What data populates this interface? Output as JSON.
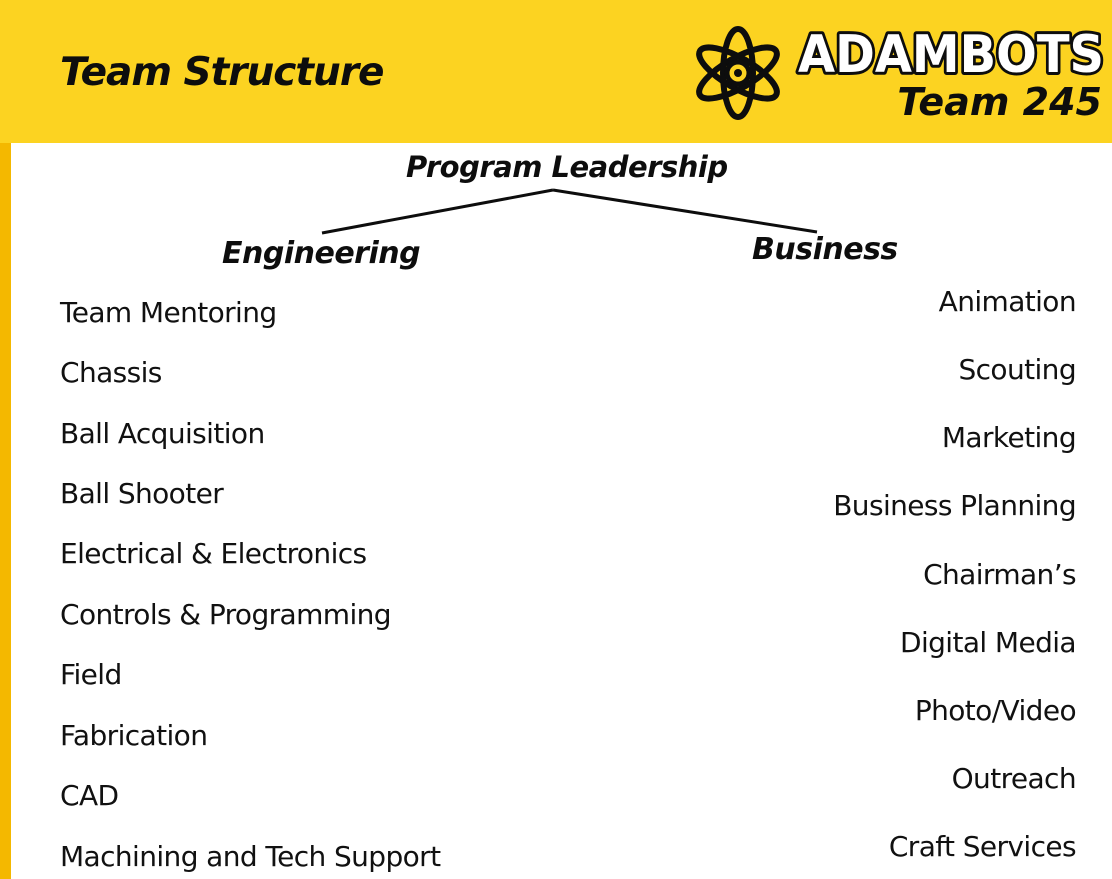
{
  "slide": {
    "title": "Team Structure",
    "colors": {
      "header_bg": "#fcd321",
      "left_bar": "#f4b800",
      "text": "#0d0d0d"
    }
  },
  "logo": {
    "name": "ADAMBOTS",
    "team": "Team 245",
    "icon": "atom-icon"
  },
  "hierarchy": {
    "root": "Program Leadership",
    "branches": [
      {
        "name": "Engineering",
        "items": [
          "Team Mentoring",
          "Chassis",
          "Ball Acquisition",
          "Ball Shooter",
          "Electrical & Electronics",
          "Controls & Programming",
          "Field",
          "Fabrication",
          "CAD",
          "Machining and Tech Support"
        ]
      },
      {
        "name": "Business",
        "items": [
          "Animation",
          "Scouting",
          "Marketing",
          "Business Planning",
          "Chairman’s",
          "Digital Media",
          "Photo/Video",
          "Outreach",
          "Craft Services"
        ]
      }
    ]
  }
}
